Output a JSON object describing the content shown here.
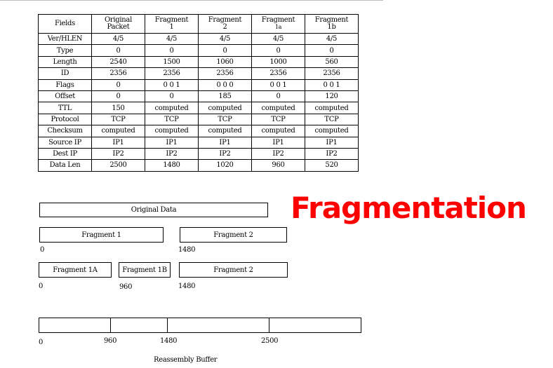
{
  "table": {
    "headers": [
      [
        "Fields"
      ],
      [
        "Original",
        "Packet"
      ],
      [
        "Fragment",
        "1"
      ],
      [
        "Fragment",
        "2"
      ],
      [
        "Fragment",
        "1a"
      ],
      [
        "Fragment",
        "1b"
      ]
    ],
    "rows": [
      [
        "Ver/HLEN",
        "4/5",
        "4/5",
        "4/5",
        "4/5",
        "4/5"
      ],
      [
        "Type",
        "0",
        "0",
        "0",
        "0",
        "0"
      ],
      [
        "Length",
        "2540",
        "1500",
        "1060",
        "1000",
        "560"
      ],
      [
        "ID",
        "2356",
        "2356",
        "2356",
        "2356",
        "2356"
      ],
      [
        "Flags",
        "0",
        "0 0 1",
        "0 0 0",
        "0 0 1",
        "0 0 1"
      ],
      [
        "Offset",
        "0",
        "0",
        "185",
        "0",
        "120"
      ],
      [
        "TTL",
        "150",
        "computed",
        "computed",
        "computed",
        "computed"
      ],
      [
        "Protocol",
        "TCP",
        "TCP",
        "TCP",
        "TCP",
        "TCP"
      ],
      [
        "Checksum",
        "computed",
        "computed",
        "computed",
        "computed",
        "computed"
      ],
      [
        "Source IP",
        "IP1",
        "IP1",
        "IP1",
        "IP1",
        "IP1"
      ],
      [
        "Dest IP",
        "IP2",
        "IP2",
        "IP2",
        "IP2",
        "IP2"
      ],
      [
        "Data Len",
        "2500",
        "1480",
        "1020",
        "960",
        "520"
      ]
    ]
  },
  "title": "Fragmentation",
  "diagram": {
    "original_data": "Original Data",
    "fragment_1": "Fragment 1",
    "fragment_2": "Fragment 2",
    "fragment_1a": "Fragment 1A",
    "fragment_1b": "Fragment 1B",
    "row1_offsets": [
      "0",
      "1480"
    ],
    "row2_offsets": [
      "0",
      "960",
      "1480"
    ],
    "buffer_offsets": [
      "0",
      "960",
      "1480",
      "2500"
    ],
    "buffer_label": "Reassembly Buffer"
  }
}
